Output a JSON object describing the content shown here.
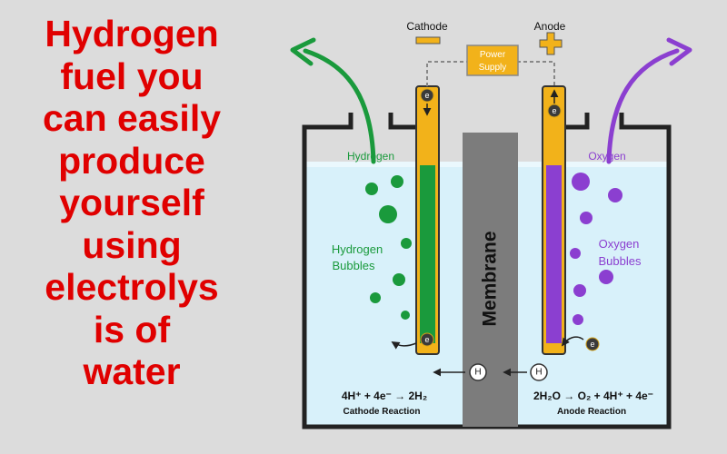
{
  "headline": {
    "lines": [
      "Hydrogen",
      "fuel you",
      "can easily",
      "produce",
      "yourself",
      "using",
      "electrolys",
      "is of",
      "water"
    ]
  },
  "diagram": {
    "cathode_label": "Cathode",
    "anode_label": "Anode",
    "power_supply": [
      "Power",
      "Supply"
    ],
    "hydrogen_label": "Hydrogen",
    "oxygen_label": "Oxygen",
    "hydrogen_bubbles": [
      "Hydrogen",
      "Bubbles"
    ],
    "oxygen_bubbles": [
      "Oxygen",
      "Bubbles"
    ],
    "membrane_label": "Membrane",
    "electron_symbol": "e",
    "electron_charge": "-",
    "proton_symbol": "H",
    "proton_charge": "+",
    "cathode_reaction": "4H⁺ + 4e⁻ → 2H₂",
    "cathode_reaction_label": "Cathode Reaction",
    "anode_reaction": "2H₂O → O₂ + 4H⁺ + 4e⁻",
    "anode_reaction_label": "Anode Reaction"
  },
  "colors": {
    "headline": "#e00000",
    "hydrogen": "#1a9a3c",
    "oxygen": "#8b3fd0",
    "electrode_gold": "#f2b21a",
    "water": "#d8f1fa",
    "membrane": "#7c7c7c"
  }
}
